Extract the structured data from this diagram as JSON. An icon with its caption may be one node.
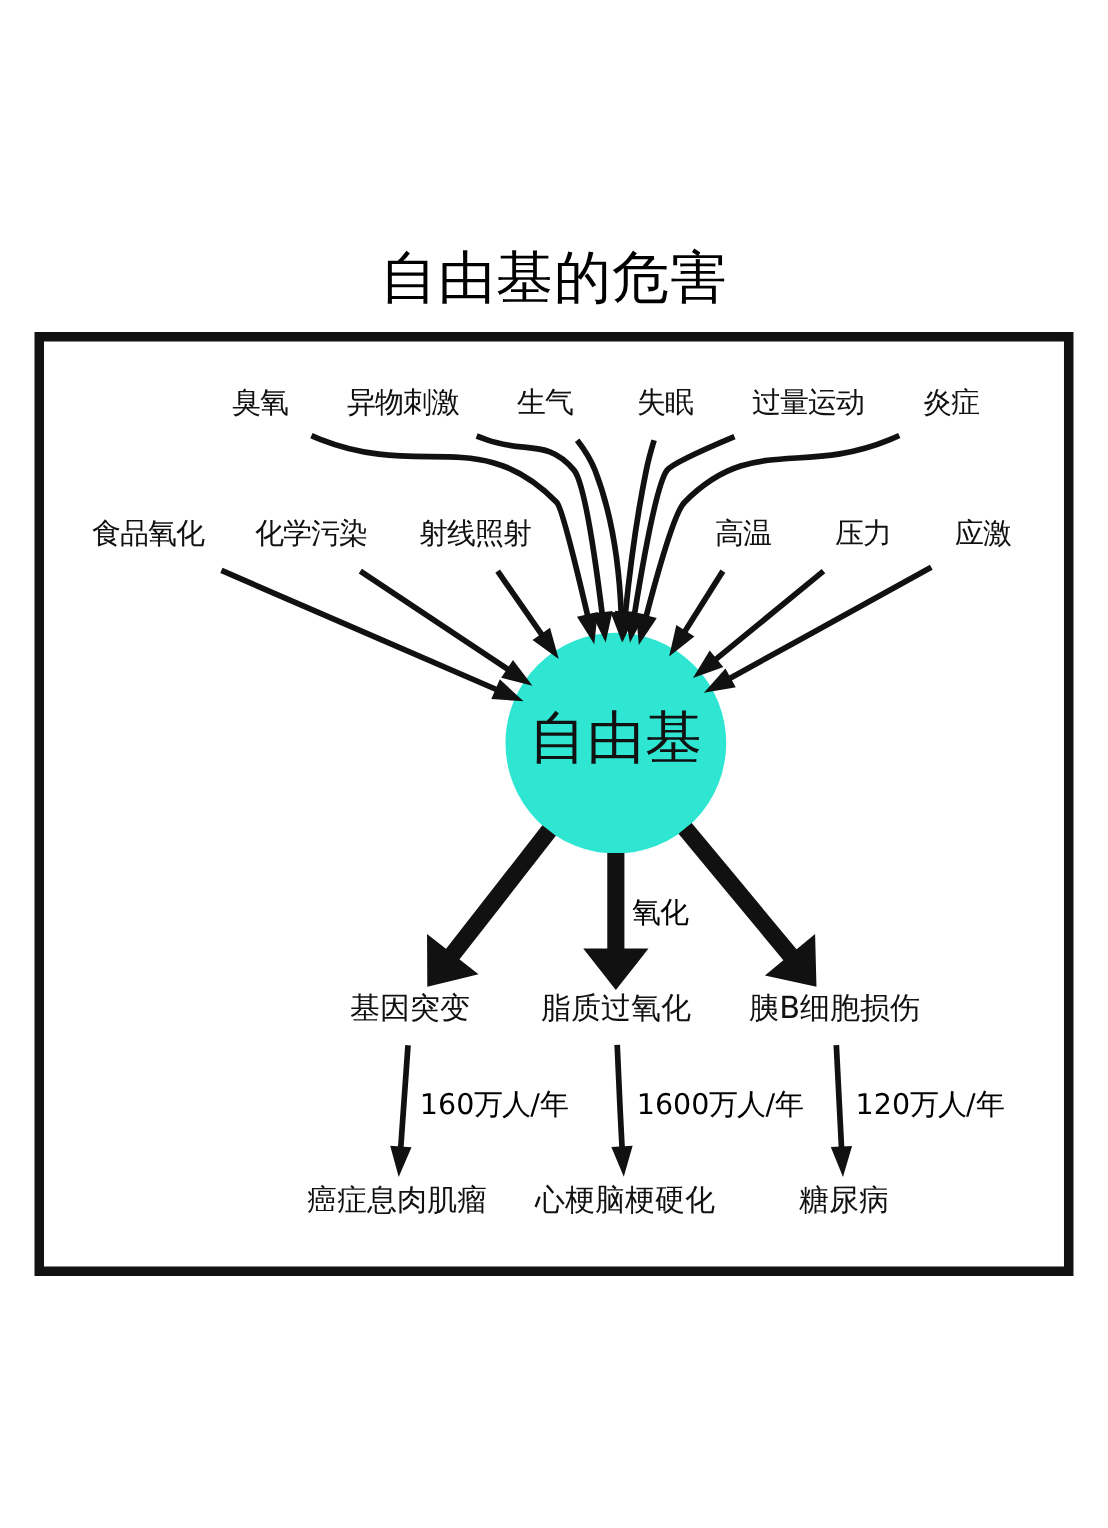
{
  "diagram": {
    "title": "自由基的危害",
    "nodes": [
      {
        "text": [],
        "shape": "box"
      },
      {
        "text": [
          "食品氧化"
        ],
        "in": 0
      },
      {
        "text": [
          "化学污染"
        ],
        "in": 0
      },
      {
        "text": [
          "射线照射"
        ],
        "in": 0
      },
      {
        "text": [
          "臭氧"
        ],
        "in": 0
      },
      {
        "text": [
          "异物刺激"
        ],
        "in": 0
      },
      {
        "text": [
          "生气"
        ],
        "in": 0
      },
      {
        "text": [
          "失眠"
        ],
        "in": 0
      },
      {
        "text": [
          "过量运动"
        ],
        "in": 0
      },
      {
        "text": [
          "炎症"
        ],
        "in": 0
      },
      {
        "text": [
          "高温"
        ],
        "in": 0
      },
      {
        "text": [
          "压力"
        ],
        "in": 0
      },
      {
        "text": [
          "应激"
        ],
        "in": 0
      },
      {
        "text": [
          "自由基"
        ],
        "in": 0
      },
      {
        "text": [
          "基因突变"
        ],
        "in": 0
      },
      {
        "text": [
          "脂质过氧化"
        ],
        "in": 0
      },
      {
        "text": [
          "胰B细胞损伤"
        ],
        "in": 0
      },
      {
        "text": [
          "癌症息肉肌瘤"
        ],
        "in": 0
      },
      {
        "text": [
          "心梗脑梗硬化"
        ],
        "in": 0
      },
      {
        "text": [
          "糖尿病"
        ],
        "in": 0
      }
    ],
    "edges": [
      {
        "from": 1,
        "to": 13,
        "arrow": "to"
      },
      {
        "from": 2,
        "to": 13,
        "arrow": "to"
      },
      {
        "from": 3,
        "to": 13,
        "arrow": "to"
      },
      {
        "from": 4,
        "to": 13,
        "arrow": "to"
      },
      {
        "from": 5,
        "to": 13,
        "arrow": "to"
      },
      {
        "from": 6,
        "to": 13,
        "arrow": "to"
      },
      {
        "from": 7,
        "to": 13,
        "arrow": "to"
      },
      {
        "from": 8,
        "to": 13,
        "arrow": "to"
      },
      {
        "from": 9,
        "to": 13,
        "arrow": "to"
      },
      {
        "from": 10,
        "to": 13,
        "arrow": "to"
      },
      {
        "from": 11,
        "to": 13,
        "arrow": "to"
      },
      {
        "from": 12,
        "to": 13,
        "arrow": "to"
      },
      {
        "from": 13,
        "to": 14,
        "arrow": "to",
        "style": "thick"
      },
      {
        "from": 13,
        "to": 15,
        "arrow": "to",
        "style": "thick",
        "label": "氧化"
      },
      {
        "from": 13,
        "to": 16,
        "arrow": "to",
        "style": "thick"
      },
      {
        "from": 14,
        "to": 17,
        "arrow": "to",
        "label": "160万人/年"
      },
      {
        "from": 15,
        "to": 18,
        "arrow": "to",
        "label": "1600万人/年"
      },
      {
        "from": 16,
        "to": 19,
        "arrow": "to",
        "label": "120万人/年"
      }
    ]
  }
}
